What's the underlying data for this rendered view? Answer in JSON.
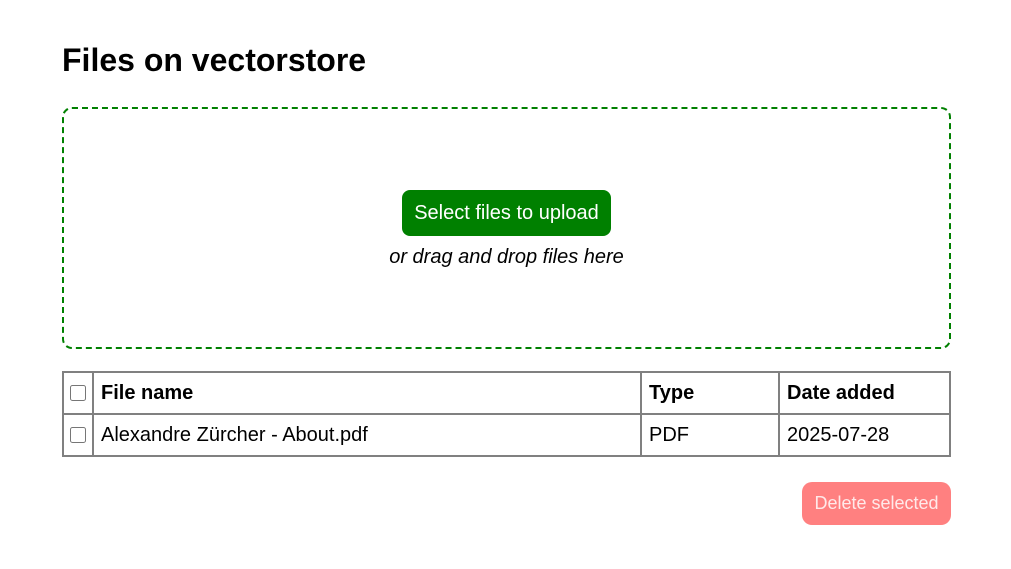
{
  "page": {
    "title": "Files on vectorstore"
  },
  "dropzone": {
    "upload_button_label": "Select files to upload",
    "hint": "or drag and drop files here",
    "border_color": "#008000"
  },
  "table": {
    "columns": [
      "",
      "File name",
      "Type",
      "Date added"
    ],
    "rows": [
      {
        "checked": false,
        "file_name": "Alexandre Zürcher - About.pdf",
        "type": "PDF",
        "date_added": "2025-07-28"
      }
    ]
  },
  "actions": {
    "delete_label": "Delete selected",
    "delete_color": "#ff8080"
  }
}
